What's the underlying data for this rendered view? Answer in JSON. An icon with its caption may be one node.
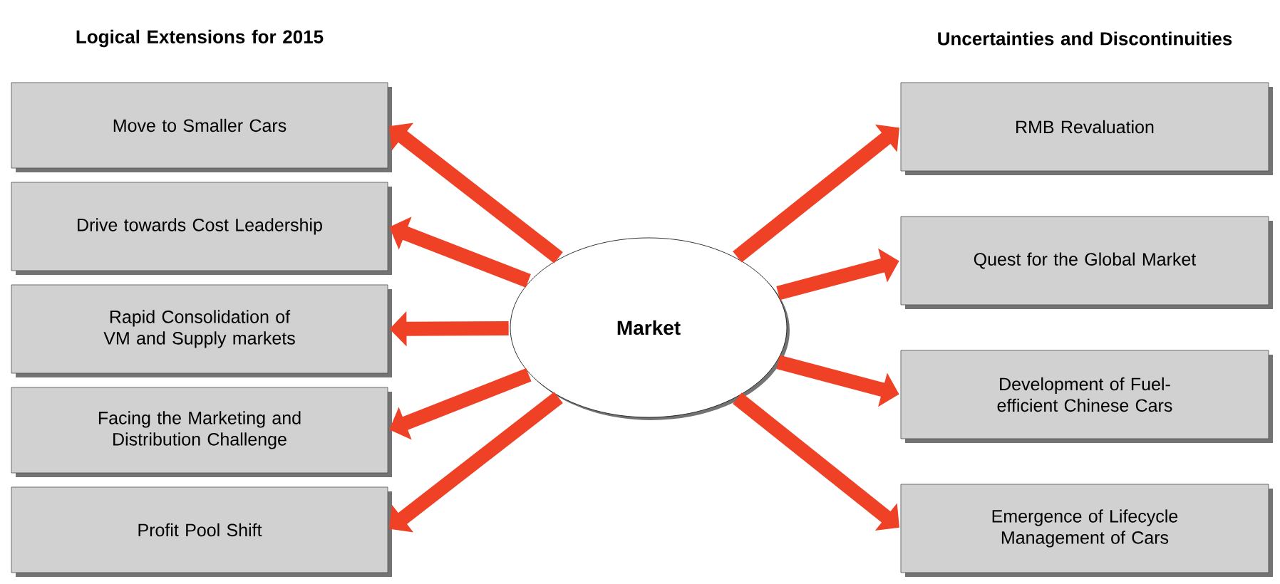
{
  "diagram": {
    "nodes": [
      {
        "text": [
          "Market"
        ]
      },
      {
        "text": [
          "Move to Smaller Cars"
        ]
      },
      {
        "text": [
          "Drive towards Cost Leadership"
        ]
      },
      {
        "text": [
          "Rapid Consolidation of VM and Supply markets"
        ]
      },
      {
        "text": [
          "Facing the Marketing and Distribution Challenge"
        ]
      },
      {
        "text": [
          "Profit Pool Shift"
        ]
      },
      {
        "text": [
          "RMB Revaluation"
        ]
      },
      {
        "text": [
          "Quest for the Global Market"
        ]
      },
      {
        "text": [
          "Development of Fuel-efficient Chinese Cars"
        ]
      },
      {
        "text": [
          "Emergence of Lifecycle Management of Cars"
        ]
      }
    ],
    "edges": [
      {
        "from": 0,
        "to": 1,
        "arrow": "to"
      },
      {
        "from": 0,
        "to": 2,
        "arrow": "to"
      },
      {
        "from": 0,
        "to": 3,
        "arrow": "to"
      },
      {
        "from": 0,
        "to": 4,
        "arrow": "to"
      },
      {
        "from": 0,
        "to": 5,
        "arrow": "to"
      },
      {
        "from": 0,
        "to": 6,
        "arrow": "to"
      },
      {
        "from": 0,
        "to": 7,
        "arrow": "to"
      },
      {
        "from": 0,
        "to": 8,
        "arrow": "to"
      },
      {
        "from": 0,
        "to": 9,
        "arrow": "to"
      }
    ],
    "labels": [
      "Logical Extensions for 2015",
      "Uncertainties and Discontinuities"
    ]
  }
}
